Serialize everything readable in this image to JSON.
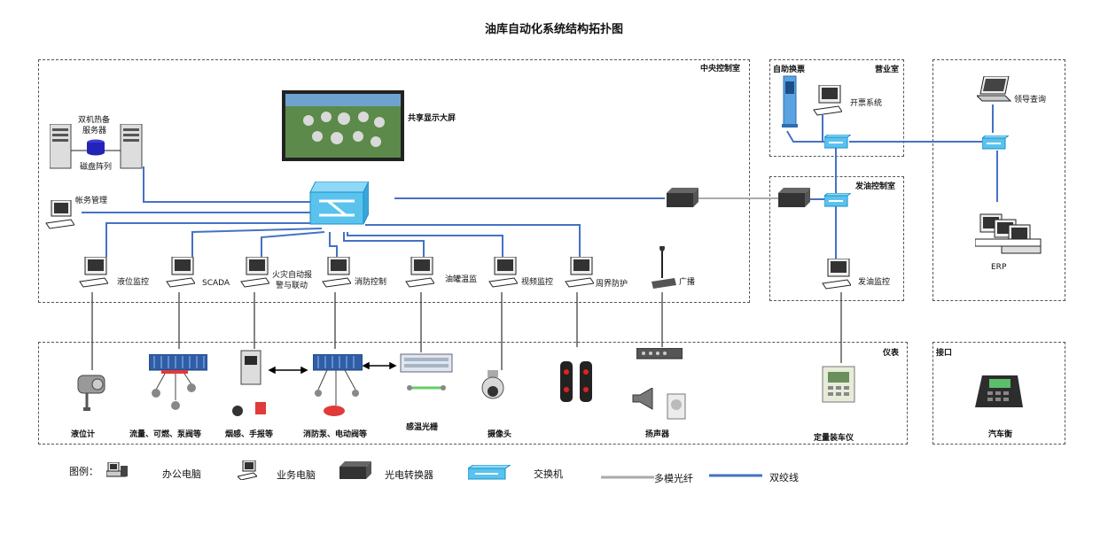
{
  "title": "油库自动化系统结构拓扑图",
  "zones": {
    "central": "中央控制室",
    "self_service": "自助换票",
    "business": "营业室",
    "dispatch": "发油控制室",
    "instruments": "仪表",
    "interface": "接口"
  },
  "central": {
    "big_screen": "共享显示大屏",
    "server_l1": "双机热备",
    "server_l2": "服务器",
    "disk_array": "磁盘阵列",
    "accounting": "帐务管理",
    "ws": [
      "液位监控",
      "SCADA",
      "火灾自动报",
      "警与联动",
      "消防控制",
      "油罐温监",
      "视频监控",
      "周界防护",
      "广播"
    ]
  },
  "business": {
    "ticket": "开票系统",
    "leader": "领导查询",
    "erp": "ERP"
  },
  "dispatch": {
    "monitor": "发油监控"
  },
  "instruments": {
    "level_gauge": "液位计",
    "flow": "流量、可燃、泵阀等",
    "smoke": "烟感、手报等",
    "fire_pump": "消防泵、电动阀等",
    "fiber": "感温光栅",
    "camera": "摄像头",
    "speaker": "扬声器",
    "loader": "定量装车仪"
  },
  "interface": {
    "truck": "汽车衡"
  },
  "legend": {
    "prefix": "图例：",
    "office_pc": "办公电脑",
    "biz_pc": "业务电脑",
    "converter": "光电转换器",
    "switch": "交换机",
    "fiber": "多模光纤",
    "twisted": "双绞线"
  },
  "colors": {
    "twisted": "#4472C4",
    "fiber": "#AAAAAA",
    "switch": "#59C3EE"
  }
}
